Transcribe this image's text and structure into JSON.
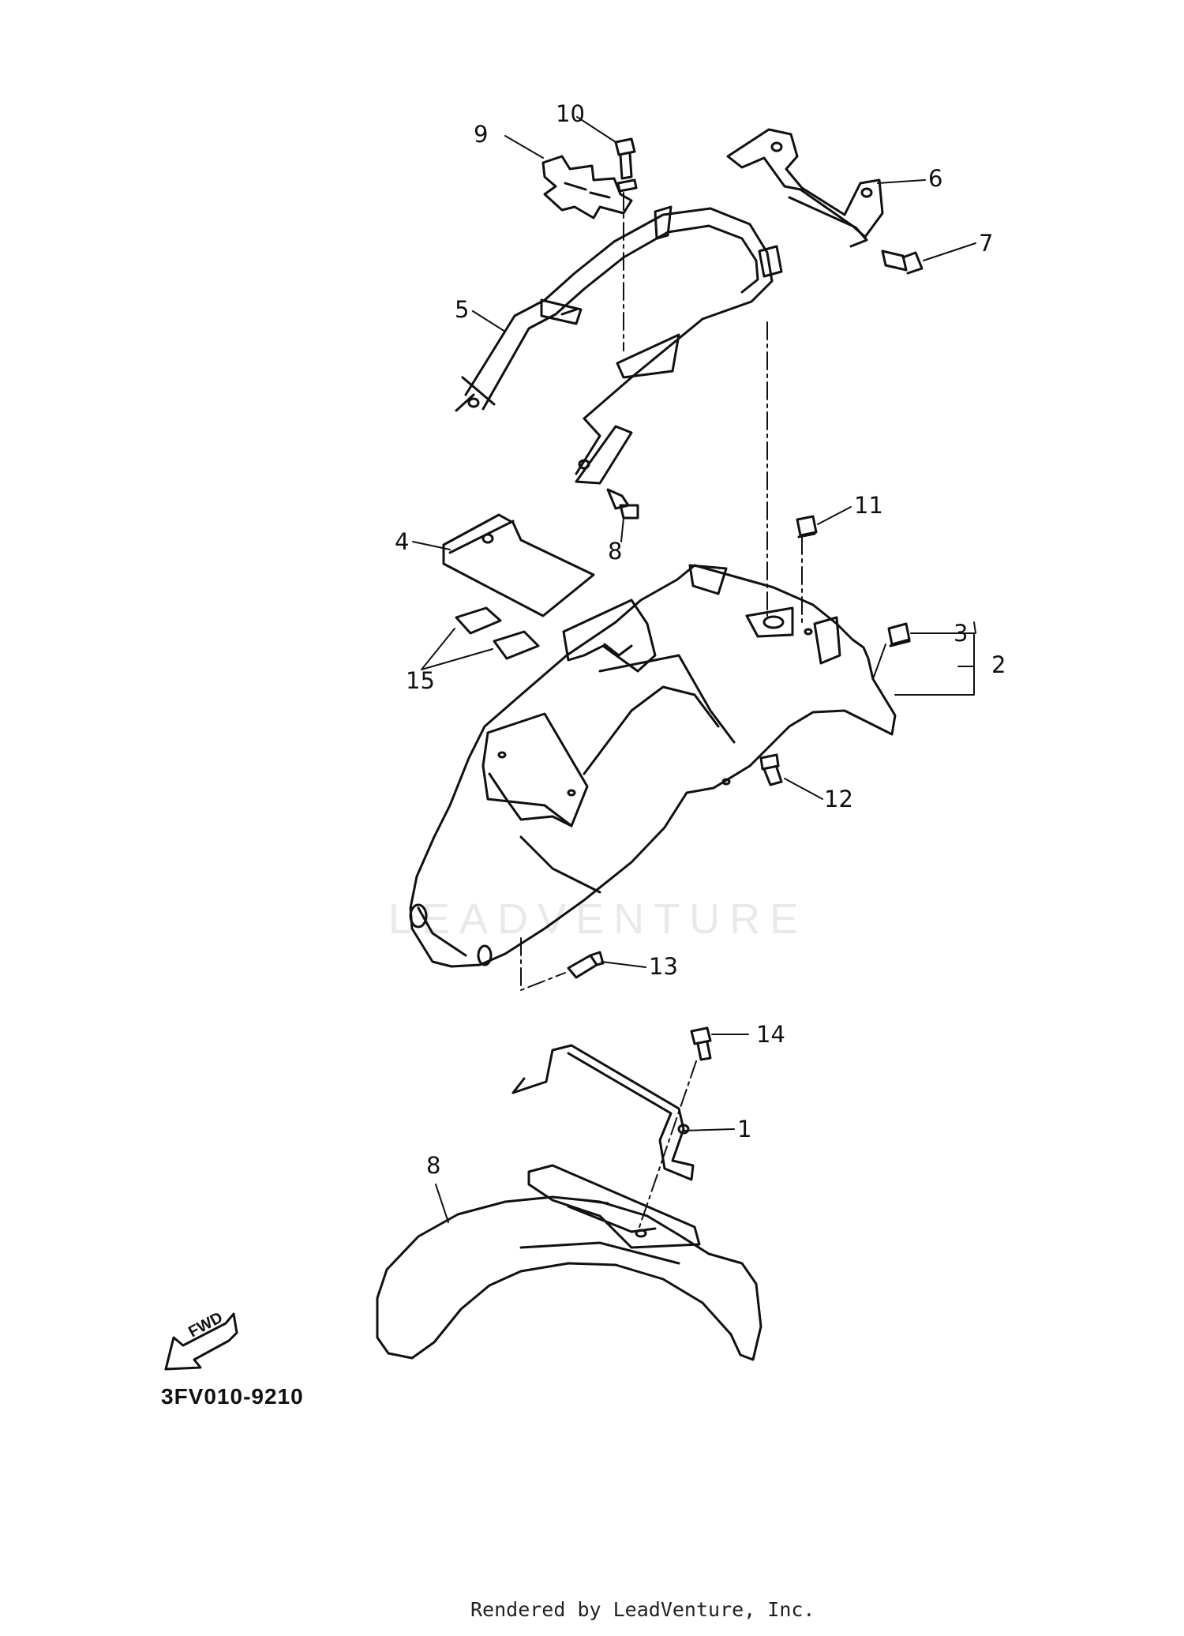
{
  "diagram": {
    "code": "3FV010-9210",
    "footer": "Rendered by LeadVenture, Inc.",
    "watermark": "LEADVENTURE",
    "fwd_label": "FWD",
    "callouts": [
      "1",
      "2",
      "3",
      "4",
      "5",
      "6",
      "7",
      "8",
      "8",
      "9",
      "10",
      "11",
      "12",
      "13",
      "14",
      "15"
    ]
  }
}
